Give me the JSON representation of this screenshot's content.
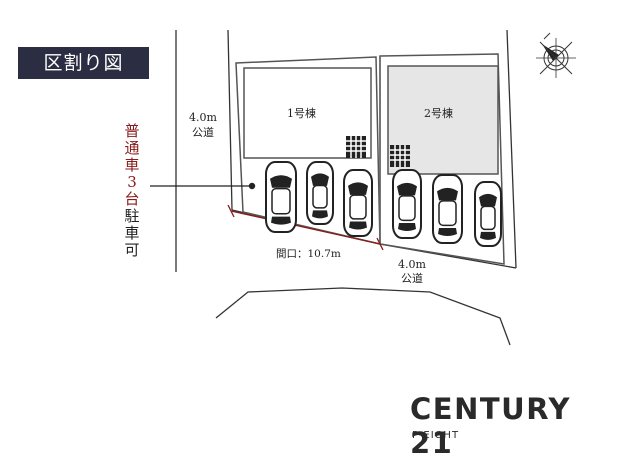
{
  "title": "区割り図",
  "lots": [
    {
      "name": "1号棟",
      "fill": "#ffffff"
    },
    {
      "name": "2号棟",
      "fill": "#e6e6e6"
    }
  ],
  "roads": {
    "left": {
      "width": "4.0m",
      "label": "公道"
    },
    "bottom": {
      "width": "4.0m",
      "label": "公道"
    }
  },
  "frontage": "間口：10.7m",
  "parking_note": {
    "red": [
      "普",
      "通",
      "車",
      "3",
      "台"
    ],
    "black": [
      "駐",
      "車",
      "可"
    ],
    "red_color": "#8b1a1a",
    "black_color": "#222222"
  },
  "brand": {
    "name": "CENTURY 21",
    "sub": "P-EIGHT"
  },
  "compass_icon": "compass-icon",
  "colors": {
    "badge_bg": "#2b2d42",
    "line": "#333333"
  }
}
